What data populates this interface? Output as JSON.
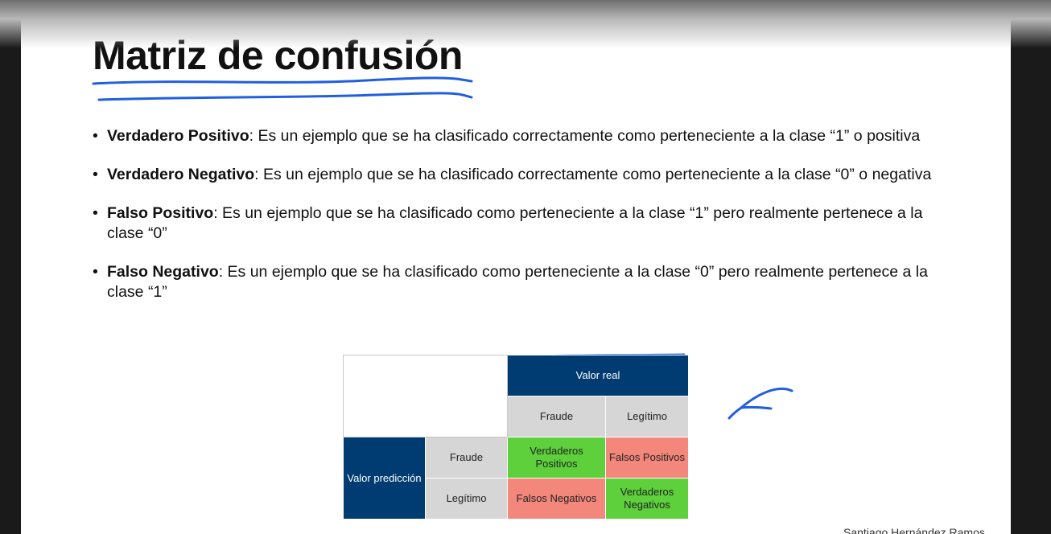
{
  "slide": {
    "title": "Matriz de confusión",
    "bullets": [
      {
        "term": "Verdadero Positivo",
        "text": ": Es un ejemplo que se ha clasificado correctamente como perteneciente a la clase “1” o positiva"
      },
      {
        "term": "Verdadero Negativo",
        "text": ": Es un ejemplo que se ha clasificado correctamente como perteneciente a la clase “0” o negativa"
      },
      {
        "term": "Falso Positivo",
        "text": ": Es un ejemplo que se ha clasificado como perteneciente a la clase “1” pero realmente pertenece a la clase “0”"
      },
      {
        "term": "Falso Negativo",
        "text": ": Es un ejemplo que se ha clasificado como perteneciente a la clase “0” pero realmente pertenece a la clase “1”"
      }
    ],
    "matrix": {
      "header_real": "Valor real",
      "col_fraude": "Fraude",
      "col_legitimo": "Legítimo",
      "row_header": "Valor predicción",
      "row_fraude": "Fraude",
      "row_legitimo": "Legítimo",
      "tp": "Verdaderos Positivos",
      "fp": "Falsos Positivos",
      "fn": "Falsos Negativos",
      "tn": "Verdaderos Negativos"
    },
    "signature": "Santiago Hernández Ramos"
  },
  "colors": {
    "header_blue": "#003b72",
    "positive_green": "#5dd03b",
    "negative_red": "#f4877b",
    "label_gray": "#d6d6d6",
    "annotation_blue": "#1f5fe0"
  }
}
